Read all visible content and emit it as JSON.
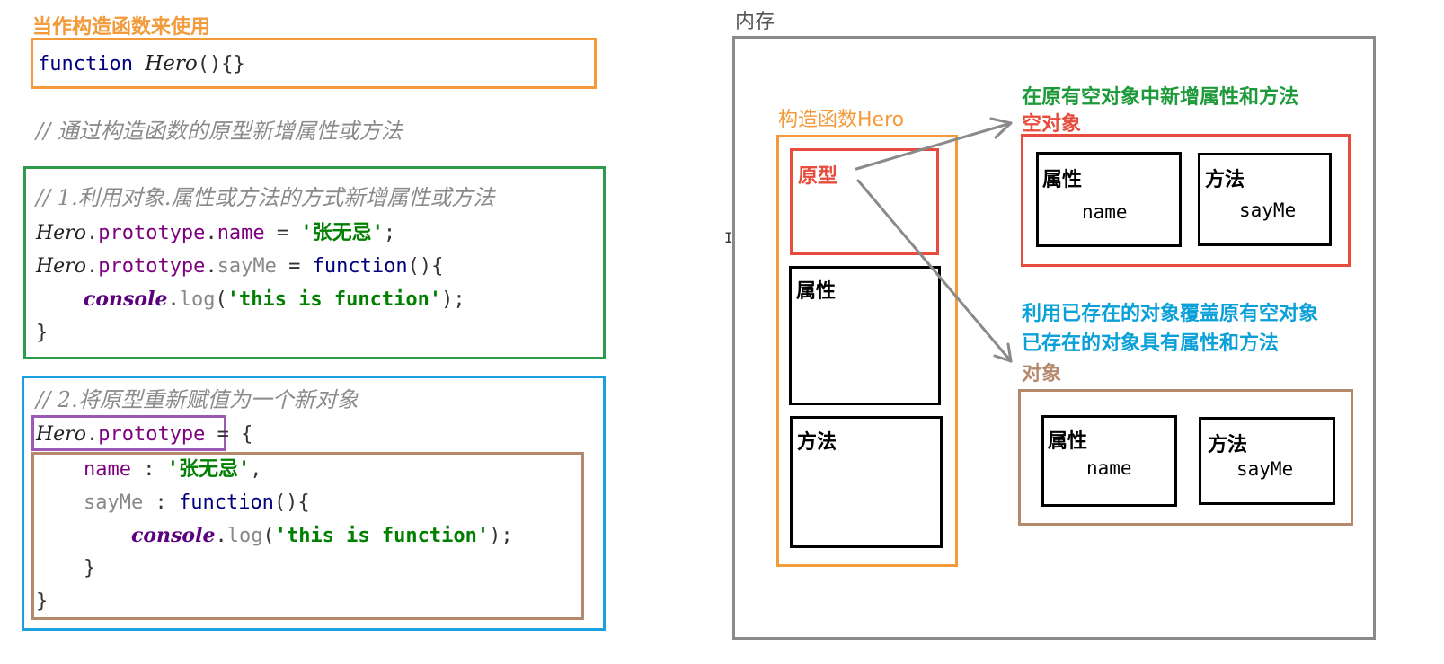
{
  "left": {
    "section_title": "当作构造函数来使用",
    "ctor_code": {
      "kw": "function",
      "name": "Hero",
      "rest": "(){}"
    },
    "proto_comment": "// 通过构造函数的原型新增属性或方法",
    "method1": {
      "comment": "// 1.利用对象.属性或方法的方式新增属性或方法",
      "line1": {
        "cls": "Hero",
        "dot": ".",
        "proto": "prototype",
        "dot2": ".",
        "prop": "name",
        "eq": " = ",
        "str": "'张无忌'",
        "end": ";"
      },
      "line2": {
        "cls": "Hero",
        "dot": ".",
        "proto": "prototype",
        "dot2": ".",
        "prop": "sayMe",
        "eq": " = ",
        "kw": "function",
        "end": "(){"
      },
      "line3": {
        "indent": "    ",
        "obj": "console",
        "dot": ".",
        "fn": "log",
        "open": "(",
        "str": "'this is function'",
        "close": ");"
      },
      "line4": "}"
    },
    "method2": {
      "comment": "// 2.将原型重新赋值为一个新对象",
      "line1": {
        "cls": "Hero",
        "dot": ".",
        "proto": "prototype",
        "eq": " = {"
      },
      "line2": {
        "indent": "    ",
        "prop": "name",
        "colon": " : ",
        "str": "'张无忌'",
        "end": ","
      },
      "line3": {
        "indent": "    ",
        "prop": "sayMe",
        "colon": " : ",
        "kw": "function",
        "end": "(){"
      },
      "line4": {
        "indent": "        ",
        "obj": "console",
        "dot": ".",
        "fn": "log",
        "open": "(",
        "str": "'this is function'",
        "close": ");"
      },
      "line5": "    }",
      "line6": "}"
    }
  },
  "right": {
    "memory_label": "内存",
    "ctor_label": "构造函数Hero",
    "proto_label": "原型",
    "props_label": "属性",
    "methods_label": "方法",
    "green_note": "在原有空对象中新增属性和方法",
    "empty_obj_label": "空对象",
    "empty_obj": {
      "props": "属性",
      "prop_value": "name",
      "methods": "方法",
      "method_value": "sayMe"
    },
    "blue_note_1": "利用已存在的对象覆盖原有空对象",
    "blue_note_2": "已存在的对象具有属性和方法",
    "obj_label": "对象",
    "obj": {
      "props": "属性",
      "prop_value": "name",
      "methods": "方法",
      "method_value": "sayMe"
    }
  },
  "colors": {
    "orange": "#f39a3b",
    "green": "#2e9b4a",
    "blue": "#1aa0de",
    "purple": "#9b59b6",
    "brown": "#b5896b",
    "red": "#e74c3c",
    "gray_frame": "#8a8a8a",
    "label_green": "#1e9a3a",
    "label_blue": "#0aa0d8",
    "label_brown": "#b5896b"
  }
}
